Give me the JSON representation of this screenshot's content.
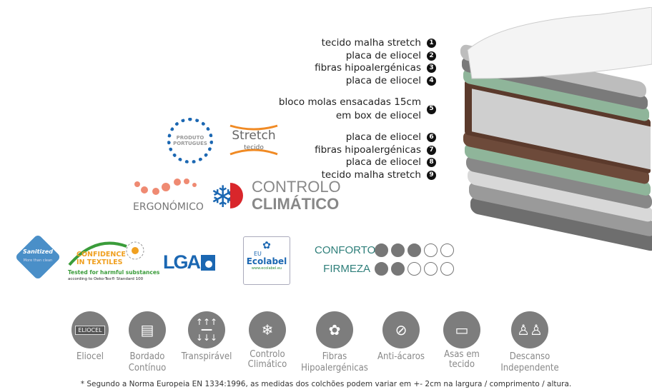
{
  "layers": [
    {
      "num": "1",
      "label": "tecido malha stretch"
    },
    {
      "num": "2",
      "label": "placa de eliocel"
    },
    {
      "num": "3",
      "label": "fibras hipoalergénicas"
    },
    {
      "num": "4",
      "label": "placa de eliocel"
    },
    {
      "num": "5",
      "label": "bloco molas ensacadas 15cm",
      "label2": "em box de eliocel"
    },
    {
      "num": "6",
      "label": "placa de eliocel"
    },
    {
      "num": "7",
      "label": "fibras hipoalergénicas"
    },
    {
      "num": "8",
      "label": "placa de eliocel"
    },
    {
      "num": "9",
      "label": "tecido malha stretch"
    }
  ],
  "logos": {
    "produto": "PRODUTO PORTUGUES",
    "stretch": "Stretch",
    "stretch_sub": "tecido",
    "ergonomico": "ERGONÓMICO",
    "controlo1": "CONTROLO",
    "controlo2": "CLIMÁTICO",
    "sanitized": "Sanitized",
    "sanitized_sub": "More than clean",
    "confidence1": "CONFIDENCE",
    "confidence2": "IN TEXTILES",
    "confidence3": "Tested for harmful substances",
    "confidence4": "according to Oeko-Tex® Standard 100",
    "lga": "LGA",
    "eco1": "EU",
    "eco2": "Ecolabel",
    "eco3": "www.ecolabel.eu"
  },
  "ratings": [
    {
      "label": "CONFORTO",
      "value": 3,
      "max": 5
    },
    {
      "label": "FIRMEZA",
      "value": 2,
      "max": 5
    }
  ],
  "features": [
    {
      "icon": "eliocel-icon",
      "badge": "ELIOCEL",
      "label": "Eliocel"
    },
    {
      "icon": "layers-icon",
      "label": "Bordado",
      "label2": "Contínuo"
    },
    {
      "icon": "breathable-icon",
      "label": "Transpirável"
    },
    {
      "icon": "climate-icon",
      "label": "Controlo",
      "label2": "Climático"
    },
    {
      "icon": "fibers-icon",
      "label": "Fibras",
      "label2": "Hipoalergénicas"
    },
    {
      "icon": "anti-mite-icon",
      "label": "Anti-ácaros"
    },
    {
      "icon": "handles-icon",
      "label": "Asas em",
      "label2": "tecido"
    },
    {
      "icon": "people-icon",
      "label": "Descanso",
      "label2": "Independente"
    }
  ],
  "footnote": "* Segundo a Norma Europeia EN 1334:1996, as medidas dos colchões podem variar em +- 2cm na largura / comprimento / altura."
}
